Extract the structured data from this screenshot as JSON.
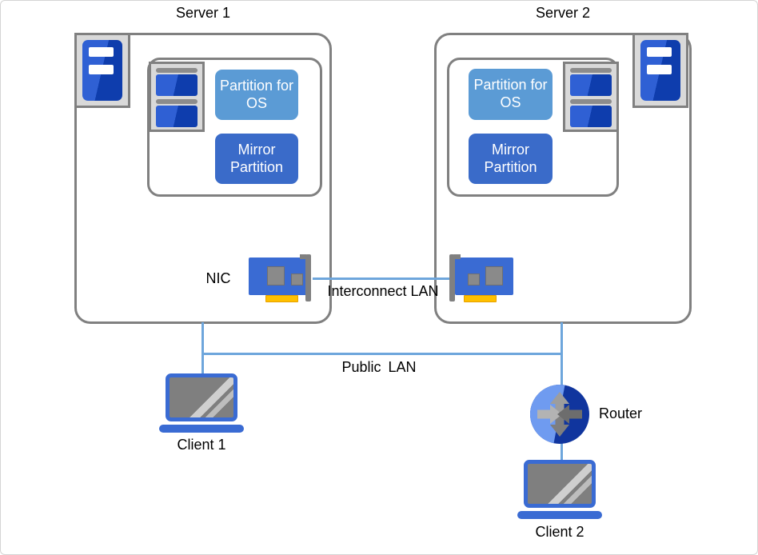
{
  "servers": [
    {
      "title": "Server 1",
      "os_partition": "Partition for OS",
      "mirror_partition": "Mirror Partition"
    },
    {
      "title": "Server 2",
      "os_partition": "Partition for OS",
      "mirror_partition": "Mirror Partition"
    }
  ],
  "network": {
    "nic": "NIC",
    "interconnect": "Interconnect LAN",
    "public_lan": "Public LAN",
    "router": "Router"
  },
  "clients": [
    {
      "label": "Client 1"
    },
    {
      "label": "Client 2"
    }
  ],
  "colors": {
    "card_blue": "#3A6BD3",
    "os_partition_blue": "#5B9BD5",
    "mirror_partition_blue": "#3A6BC9",
    "tower_blue_light": "#2F60D4",
    "tower_blue_dark": "#0E3DAD",
    "line_blue": "#6EA6DC",
    "border_gray": "#808080",
    "frame_gray": "#D9D9D9",
    "port_yellow": "#FFC000",
    "router_light": "#6F9BF0",
    "router_dark": "#10359E"
  }
}
